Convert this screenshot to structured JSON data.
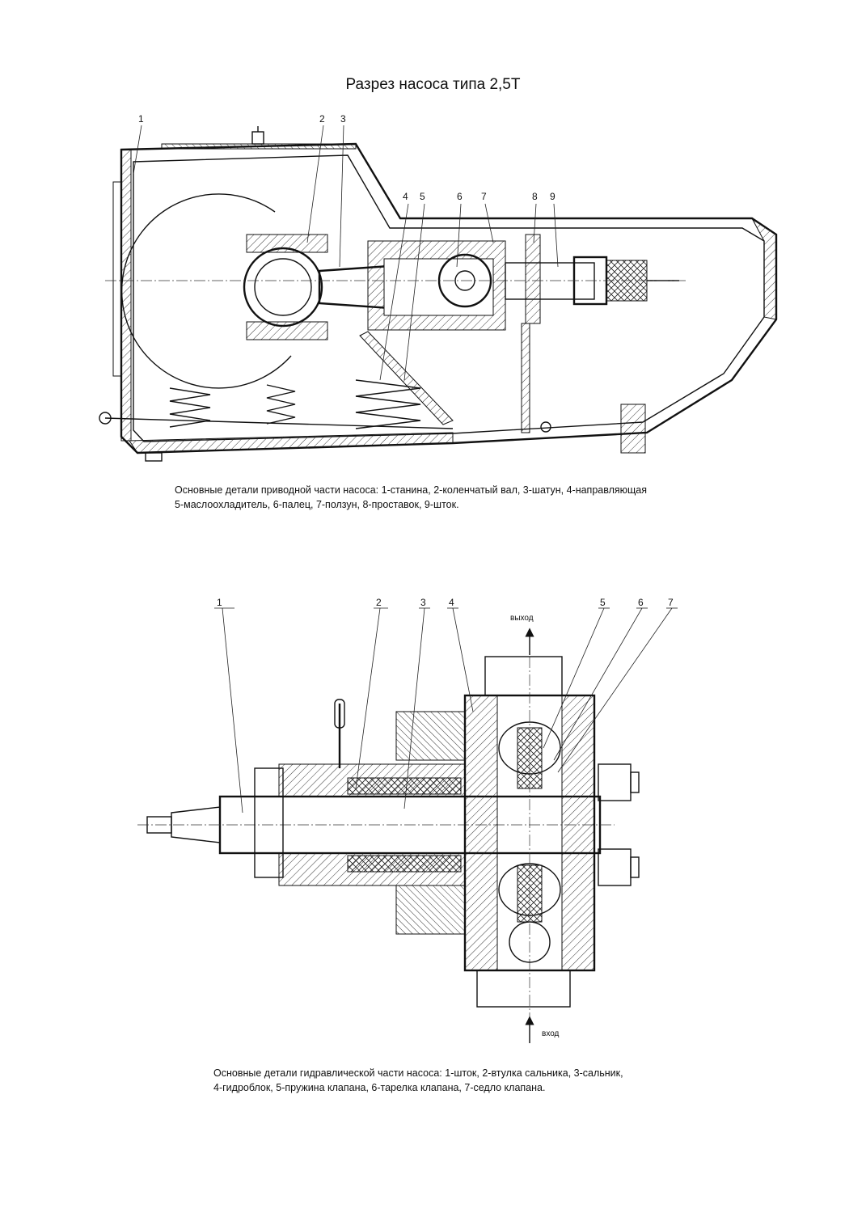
{
  "title": "Разрез насоса типа 2,5Т",
  "drive_section": {
    "callouts": [
      "1",
      "2",
      "3",
      "4",
      "5",
      "6",
      "7",
      "8",
      "9"
    ],
    "caption_line1": "Основные детали приводной части насоса: 1-станина, 2-коленчатый вал, 3-шатун, 4-направляющая",
    "caption_line2": "5-маслоохладитель, 6-палец, 7-ползун, 8-проставок, 9-шток."
  },
  "hydraulic_section": {
    "callouts": [
      "1",
      "2",
      "3",
      "4",
      "5",
      "6",
      "7"
    ],
    "outlet_label": "выход",
    "inlet_label": "вход",
    "caption_line1": "Основные детали гидравлической части насоса: 1-шток, 2-втулка сальника, 3-сальник,",
    "caption_line2": "4-гидроблок, 5-пружина клапана, 6-тарелка клапана, 7-седло клапана."
  }
}
